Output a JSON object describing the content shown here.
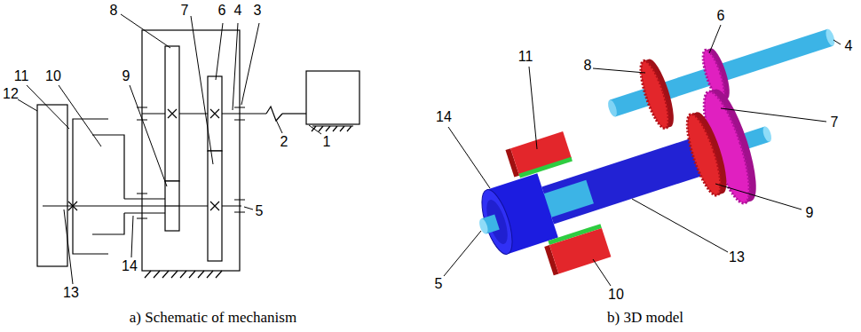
{
  "diagram": {
    "labels": [
      "8",
      "7",
      "6",
      "4",
      "3",
      "11",
      "10",
      "9",
      "12",
      "2",
      "1",
      "5",
      "13",
      "14",
      "a) Schematic of mechanism",
      "11",
      "8",
      "6",
      "4",
      "7",
      "14",
      "9",
      "5",
      "13",
      "10",
      "b) 3D model"
    ]
  }
}
